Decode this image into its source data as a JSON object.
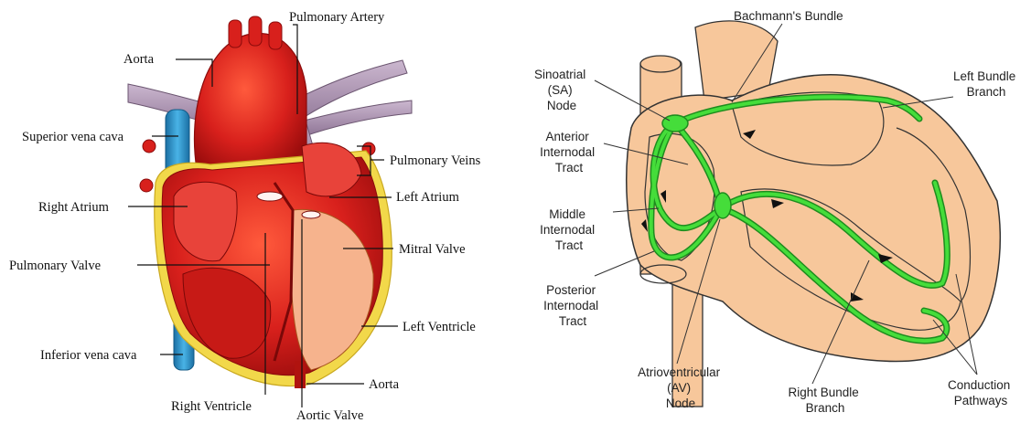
{
  "anatomy_labels": {
    "aorta_top": "Aorta",
    "pulmonary_artery": "Pulmonary Artery",
    "superior_vena_cava": "Superior vena cava",
    "pulmonary_veins": "Pulmonary Veins",
    "right_atrium": "Right Atrium",
    "left_atrium": "Left Atrium",
    "mitral_valve": "Mitral Valve",
    "pulmonary_valve": "Pulmonary Valve",
    "left_ventricle": "Left Ventricle",
    "inferior_vena_cava": "Inferior vena cava",
    "aorta_bottom": "Aorta",
    "right_ventricle": "Right Ventricle",
    "aortic_valve": "Aortic Valve"
  },
  "conduction_labels": {
    "bachmanns_bundle": "Bachmann's Bundle",
    "sa_node": [
      "Sinoatrial",
      "(SA)",
      "Node"
    ],
    "left_bundle_branch": [
      "Left Bundle",
      "Branch"
    ],
    "anterior_internodal": [
      "Anterior",
      "Internodal",
      "Tract"
    ],
    "middle_internodal": [
      "Middle",
      "Internodal",
      "Tract"
    ],
    "posterior_internodal": [
      "Posterior",
      "Internodal",
      "Tract"
    ],
    "av_node": [
      "Atrioventricular",
      "(AV)",
      "Node"
    ],
    "right_bundle_branch": [
      "Right Bundle",
      "Branch"
    ],
    "conduction_pathways": [
      "Conduction",
      "Pathways"
    ]
  },
  "colors": {
    "heart_red": "#d8201c",
    "vessel_blue": "#2b8fc8",
    "vein_gray": "#a48fa8",
    "fat_yellow": "#f2d84a",
    "tissue_peach": "#f7c79b",
    "pathway_green": "#33cc33"
  }
}
